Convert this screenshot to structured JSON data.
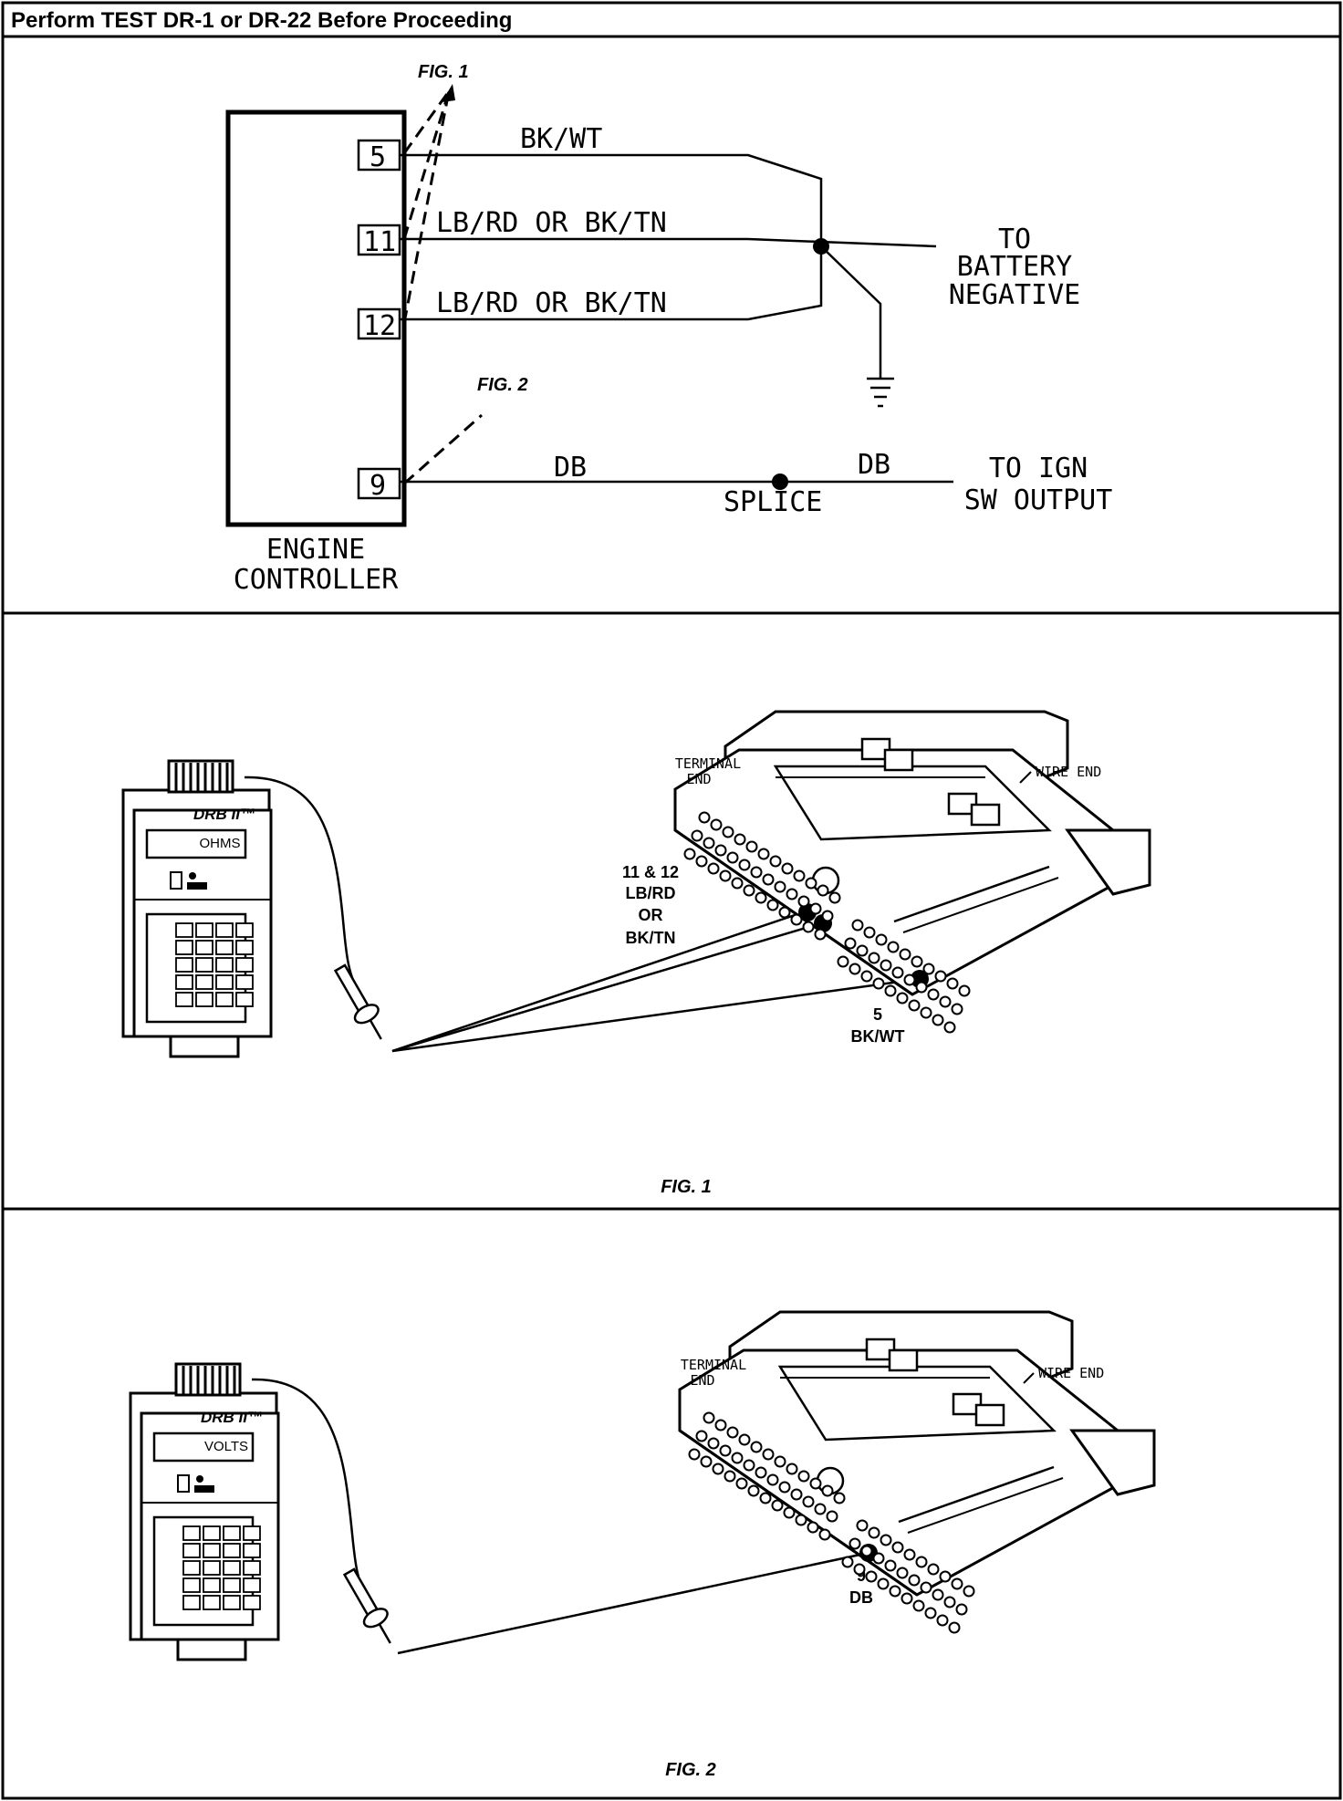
{
  "header": {
    "title": "Perform TEST DR-1 or DR-22 Before Proceeding"
  },
  "schematic": {
    "fig1_callout": "FIG. 1",
    "fig2_callout": "FIG. 2",
    "pins": [
      "5",
      "11",
      "12",
      "9"
    ],
    "wire_bkwt": "BK/WT",
    "wire_lbrd_11": "LB/RD OR BK/TN",
    "wire_lbrd_12": "LB/RD OR BK/TN",
    "battery_label": [
      "TO",
      "BATTERY",
      "NEGATIVE"
    ],
    "wire_db_left": "DB",
    "wire_db_right": "DB",
    "splice_label": "SPLICE",
    "ign_label": [
      "TO IGN",
      "SW OUTPUT"
    ],
    "controller_label": [
      "ENGINE",
      "CONTROLLER"
    ]
  },
  "fig1": {
    "tester_brand": "DRB II™",
    "tester_display": "OHMS",
    "terminal_end": [
      "TERMINAL",
      "END"
    ],
    "wire_end": "WIRE END",
    "probe_label_a": [
      "11 & 12",
      "LB/RD",
      "OR",
      "BK/TN"
    ],
    "probe_label_b": [
      "5",
      "BK/WT"
    ],
    "caption": "FIG. 1"
  },
  "fig2": {
    "tester_brand": "DRB II™",
    "tester_display": "VOLTS",
    "terminal_end": [
      "TERMINAL",
      "END"
    ],
    "wire_end": "WIRE END",
    "probe_label": [
      "9",
      "DB"
    ],
    "caption": "FIG. 2"
  },
  "colors": {
    "ink": "#000000",
    "paper": "#ffffff"
  }
}
